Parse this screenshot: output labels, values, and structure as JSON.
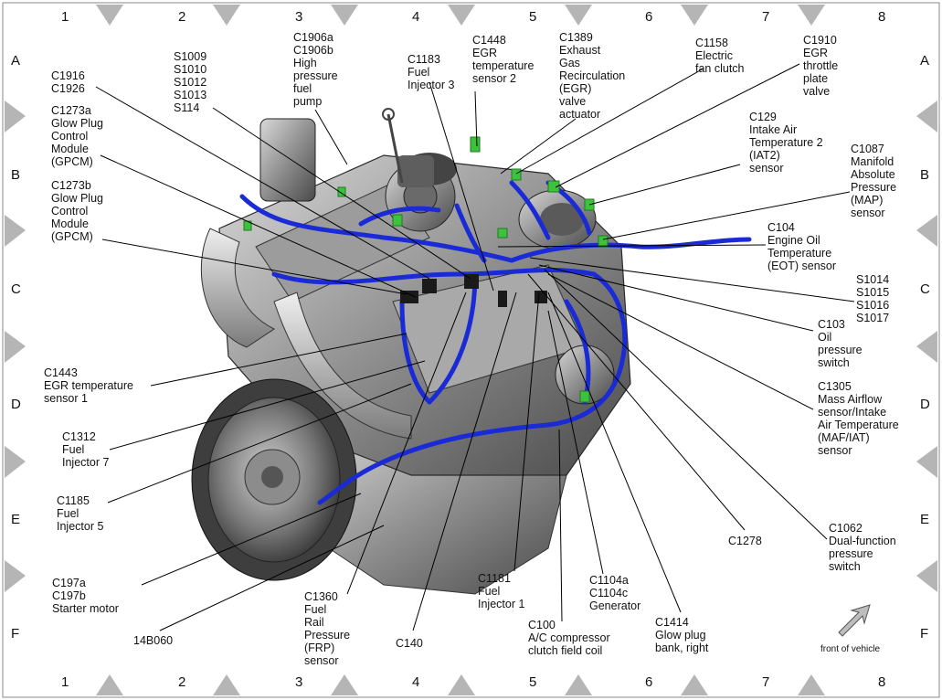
{
  "grid": {
    "columns": [
      "1",
      "2",
      "3",
      "4",
      "5",
      "6",
      "7",
      "8"
    ],
    "rows": [
      "A",
      "B",
      "C",
      "D",
      "E",
      "F"
    ]
  },
  "labels": {
    "c1916": "C1916\nC1926",
    "s1009": "S1009\nS1010\nS1012\nS1013\nS114",
    "c1906": "C1906a\nC1906b\nHigh\npressure\nfuel\npump",
    "c1183": "C1183\nFuel\nInjector 3",
    "c1448": "C1448\nEGR\ntemperature\nsensor 2",
    "c1389": "C1389\nExhaust\nGas\nRecirculation\n(EGR)\nvalve\nactuator",
    "c1158": "C1158\nElectric\nfan clutch",
    "c1910": "C1910\nEGR\nthrottle\nplate\nvalve",
    "c1273a": "C1273a\nGlow Plug\nControl\nModule\n(GPCM)",
    "c1273b": "C1273b\nGlow Plug\nControl\nModule\n(GPCM)",
    "c129": "C129\nIntake Air\nTemperature 2\n(IAT2)\nsensor",
    "c1087": "C1087\nManifold\nAbsolute\nPressure\n(MAP)\nsensor",
    "c104": "C104\nEngine Oil\nTemperature\n(EOT) sensor",
    "s1014": "S1014\nS1015\nS1016\nS1017",
    "c103": "C103\nOil\npressure\nswitch",
    "c1443": "C1443\nEGR temperature\nsensor 1",
    "c1305": "C1305\nMass Airflow\nsensor/Intake\nAir Temperature\n(MAF/IAT)\nsensor",
    "c1312": "C1312\nFuel\nInjector 7",
    "c1185": "C1185\nFuel\nInjector 5",
    "c1278": "C1278",
    "c1062": "C1062\nDual-function\npressure\nswitch",
    "c197": "C197a\nC197b\nStarter motor",
    "c1181": "C1181\nFuel\nInjector 1",
    "c1104": "C1104a\nC1104c\nGenerator",
    "c1360": "C1360\nFuel\nRail\nPressure\n(FRP)\nsensor",
    "c100": "C100\nA/C compressor\nclutch field coil",
    "c1414": "C1414\nGlow plug\nbank, right",
    "b14060": "14B060",
    "c140": "C140",
    "front": "front of vehicle"
  },
  "colors": {
    "harness": "#1a2bd6",
    "connector": "#3cc23c",
    "engine": "#8a8a8a",
    "marker": "#b5b5b5"
  }
}
